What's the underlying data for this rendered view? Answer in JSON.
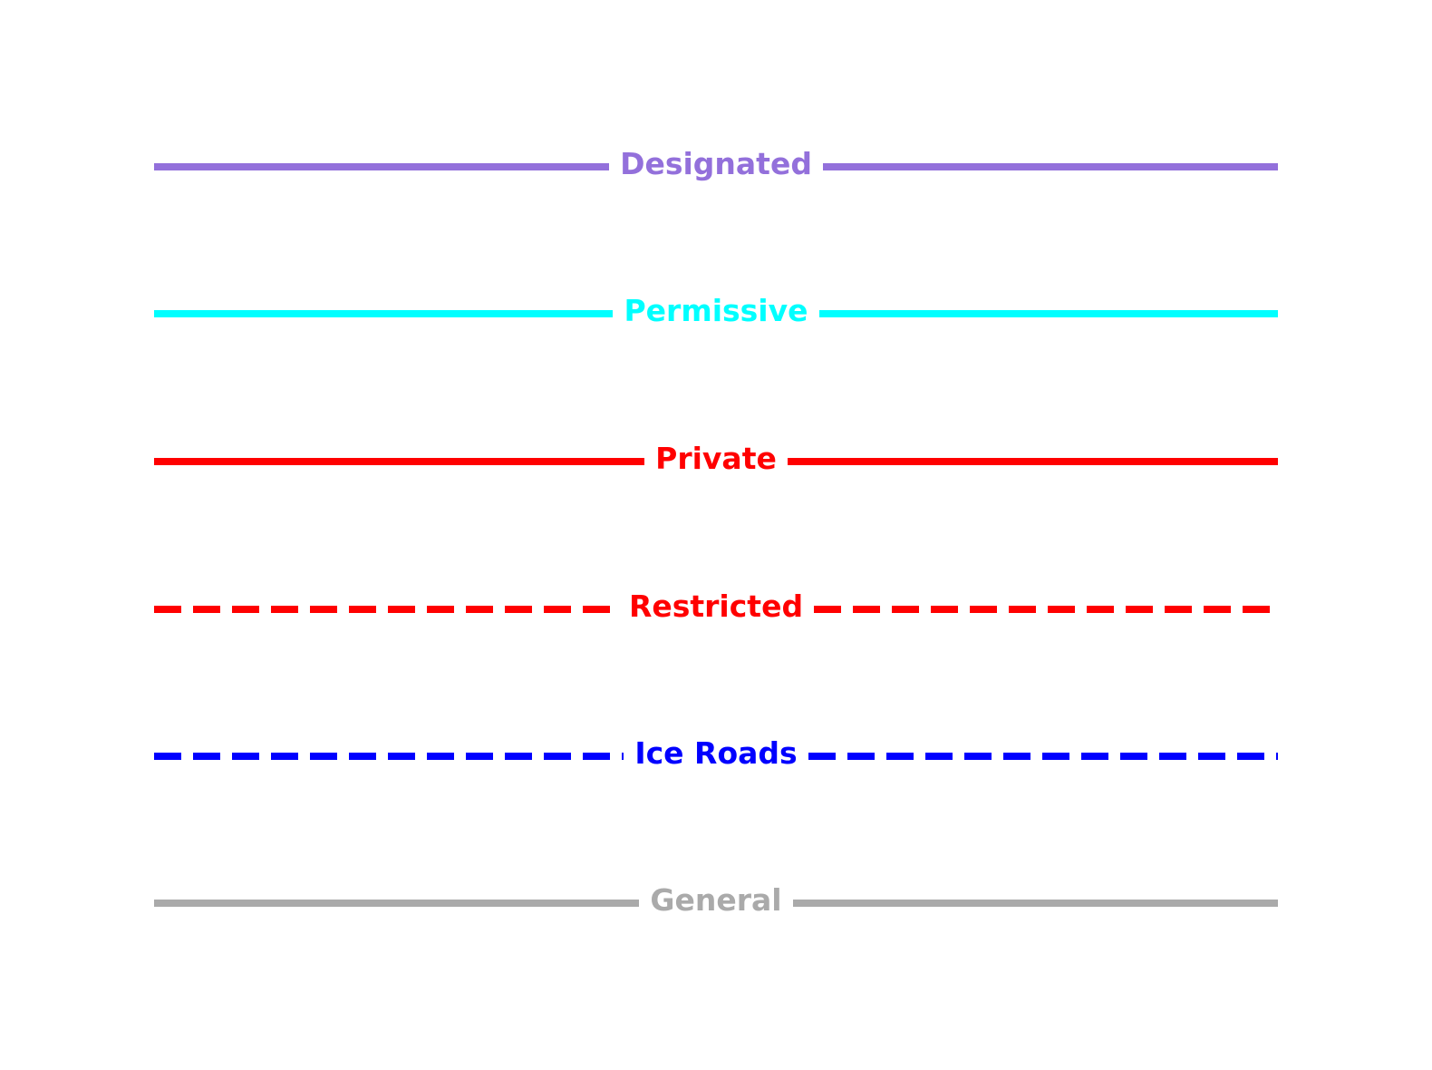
{
  "page": {
    "background_color": "#ffffff"
  },
  "legend": {
    "items": [
      {
        "label": "Designated",
        "color": "#9370DB",
        "style": "solid"
      },
      {
        "label": "Permissive",
        "color": "#00FFFF",
        "style": "solid"
      },
      {
        "label": "Private",
        "color": "#FF0000",
        "style": "solid"
      },
      {
        "label": "Restricted",
        "color": "#FF0000",
        "style": "dashed"
      },
      {
        "label": "Ice Roads",
        "color": "#0000FF",
        "style": "dashed"
      },
      {
        "label": "General",
        "color": "#AAAAAA",
        "style": "solid"
      }
    ]
  }
}
